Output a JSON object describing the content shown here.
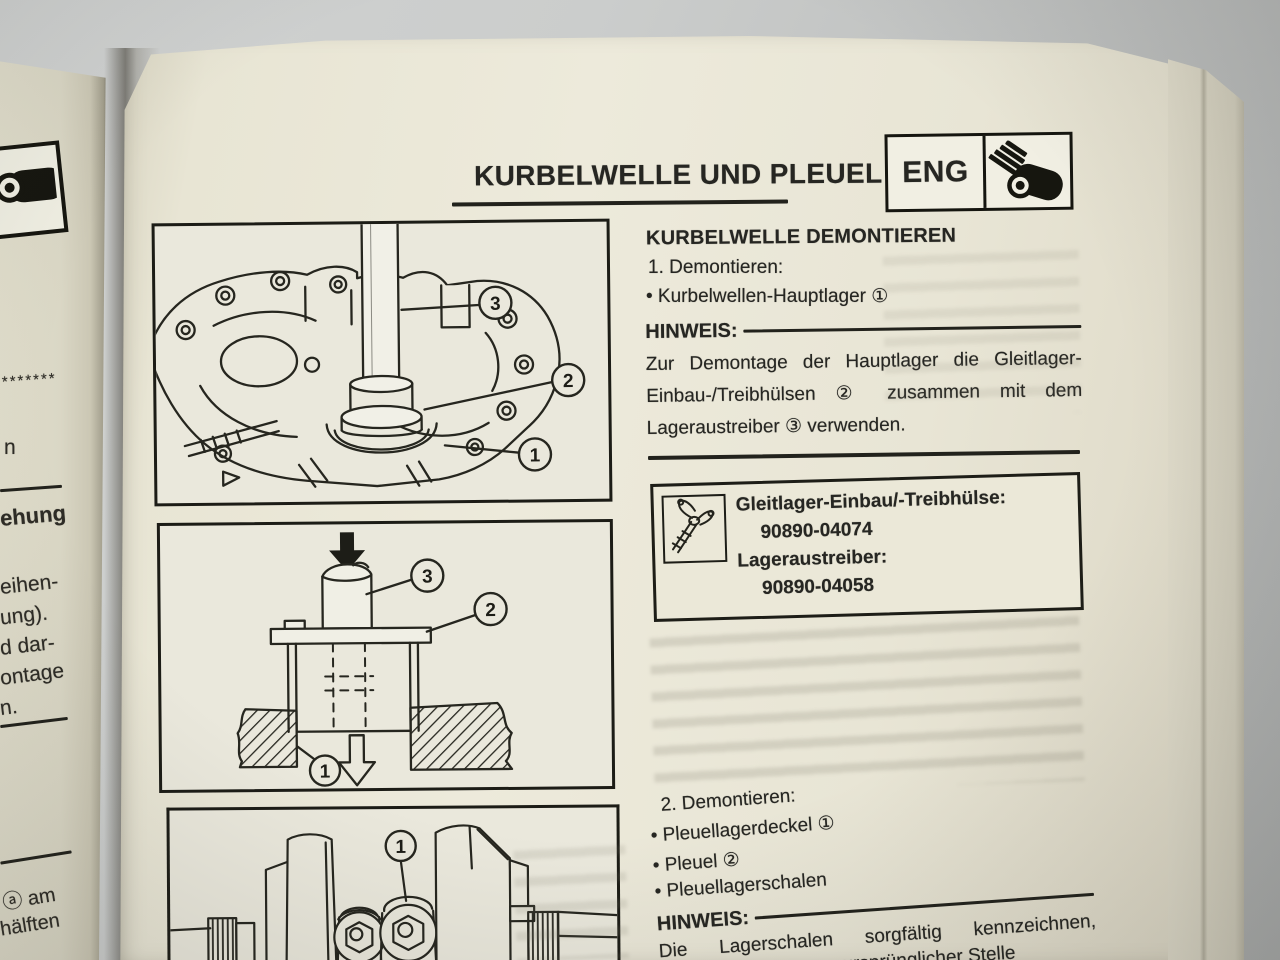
{
  "colors": {
    "paper": "#e8e5d4",
    "ink": "#22221c"
  },
  "left_page": {
    "stars": "*******",
    "fragments": {
      "f1": "n",
      "f2": "ehung",
      "f3": "eihen-",
      "f4": "ung).",
      "f5": "d dar-",
      "f6": "ontage",
      "f7": "n.",
      "f8": "ⓐ am",
      "f9": "hälften"
    }
  },
  "page": {
    "title": "KURBELWELLE UND PLEUEL",
    "badge_label": "ENG",
    "section_heading": "KURBELWELLE DEMONTIEREN",
    "step1": {
      "lead": "1. Demontieren:",
      "item1": "• Kurbelwellen-Hauptlager ①"
    },
    "note1": {
      "label": "HINWEIS:",
      "line1": "Zur Demontage der Hauptlager die Gleitlager-",
      "line2": "Einbau-/Treibhülsen ② zusammen mit dem",
      "line3": "Lageraustreiber ③ verwenden."
    },
    "toolbox": {
      "tool1_name": "Gleitlager-Einbau/-Treibhülse:",
      "tool1_number": "90890-04074",
      "tool2_name": "Lageraustreiber:",
      "tool2_number": "90890-04058"
    },
    "step2": {
      "lead": "2. Demontieren:",
      "item1": "• Pleuellagerdeckel ①",
      "item2": "• Pleuel ②",
      "item3": "• Pleuellagerschalen"
    },
    "note2": {
      "label": "HINWEIS:",
      "line1": "Die Lagerschalen sorgfältig kennzeichnen,",
      "line2": "an ursprünglicher Stelle"
    },
    "figure1": {
      "callout1": "1",
      "callout2": "2",
      "callout3": "3"
    },
    "figure2": {
      "callout1": "1",
      "callout2": "2",
      "callout3": "3"
    },
    "figure3": {
      "callout1": "1"
    }
  }
}
